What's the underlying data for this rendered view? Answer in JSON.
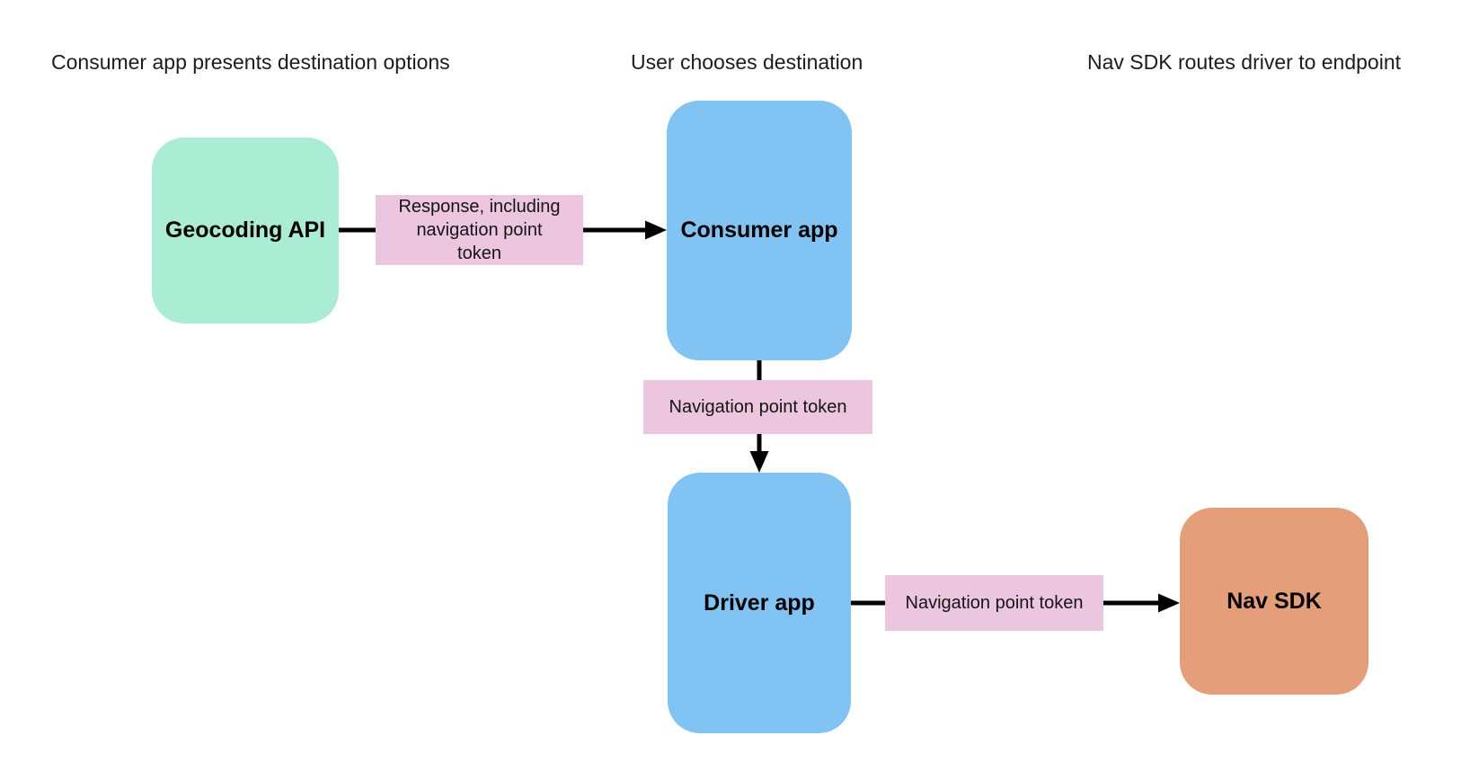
{
  "diagram": {
    "background_color": "#ffffff",
    "arrow_color": "#000000",
    "column_titles": [
      "Consumer app presents destination options",
      "User chooses destination",
      "Nav SDK routes driver to endpoint"
    ],
    "nodes": {
      "geocoding_api": {
        "label": "Geocoding API",
        "color": "#aaecd4"
      },
      "consumer_app": {
        "label": "Consumer app",
        "color": "#81c3f2"
      },
      "driver_app": {
        "label": "Driver app",
        "color": "#81c3f2"
      },
      "nav_sdk": {
        "label": "Nav SDK",
        "color": "#e59e7a"
      }
    },
    "edge_labels": {
      "response": {
        "text": "Response, including\nnavigation point\ntoken",
        "color": "#ebc6de"
      },
      "nav_token_1": {
        "text": "Navigation point token",
        "color": "#ebc6de"
      },
      "nav_token_2": {
        "text": "Navigation point token",
        "color": "#ebc6de"
      }
    }
  }
}
